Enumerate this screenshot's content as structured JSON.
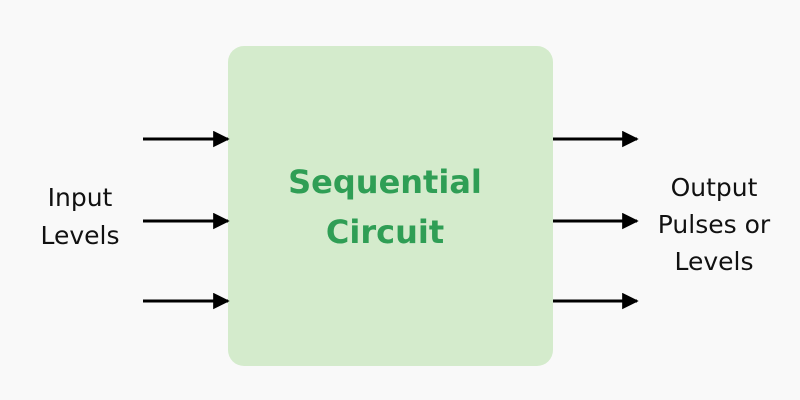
{
  "colors": {
    "background": "#f9f9f9",
    "block_fill": "#d4ebcc",
    "block_text": "#2f9e55",
    "arrow": "#000000",
    "text": "#111111"
  },
  "block": {
    "line1": "Sequential",
    "line2": "Circuit"
  },
  "inputs": {
    "line1": "Input",
    "line2": "Levels",
    "arrow_count": 3
  },
  "outputs": {
    "line1": "Output",
    "line2": "Pulses or",
    "line3": "Levels",
    "arrow_count": 3
  }
}
